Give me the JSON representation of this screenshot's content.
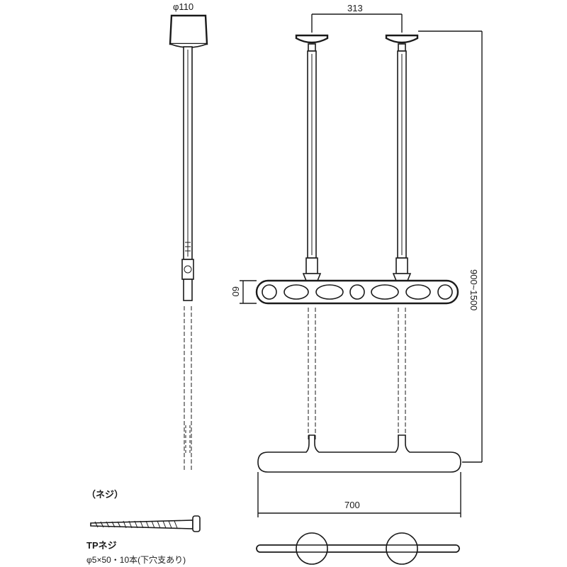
{
  "dimensions": {
    "ceiling_diameter": "φ110",
    "pole_spacing": "313",
    "length_range": "900~1500",
    "bar_height": "60",
    "bar_width": "700"
  },
  "screw": {
    "section_title": "（ネジ）",
    "name": "TPネジ",
    "spec": "φ5×50・10本(下穴支あり)"
  }
}
